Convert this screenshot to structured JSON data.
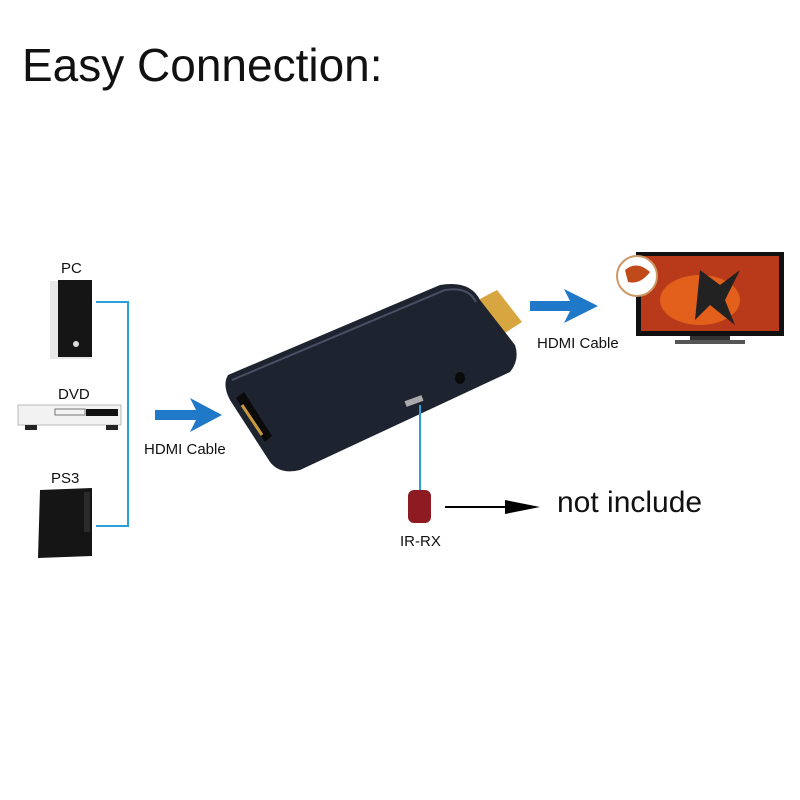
{
  "title": "Easy Connection:",
  "sources": [
    {
      "label": "PC"
    },
    {
      "label": "DVD"
    },
    {
      "label": "PS3"
    }
  ],
  "input_cable_label": "HDMI Cable",
  "output_cable_label": "HDMI Cable",
  "ir_label": "IR-RX",
  "ir_note": "not include",
  "colors": {
    "cable_line": "#2aa0d8",
    "arrow": "#1f78c8",
    "ir_receiver": "#8e1b22",
    "adapter": "#1e2330"
  }
}
